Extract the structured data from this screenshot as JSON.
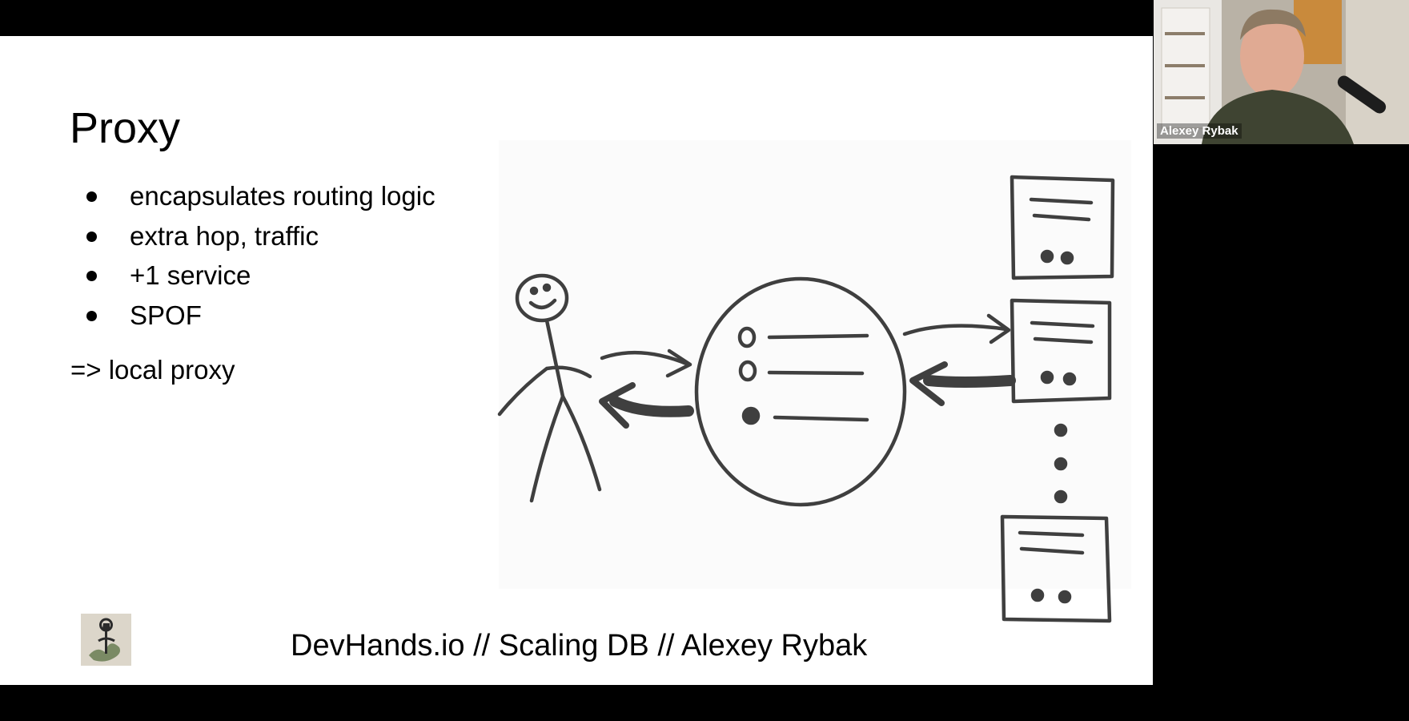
{
  "slide": {
    "title": "Proxy",
    "bullets": [
      {
        "text": "encapsulates routing logic"
      },
      {
        "text": "extra hop, traffic"
      },
      {
        "text": "+1 service"
      },
      {
        "text": "SPOF"
      }
    ],
    "conclusion": "=> local proxy",
    "footer": "DevHands.io // Scaling DB // Alexey Rybak"
  },
  "webcam": {
    "participant_name": "Alexey Rybak"
  },
  "colors": {
    "slide_background": "#ffffff",
    "sketch_ink": "#3f3f3f",
    "letterbox": "#000000"
  }
}
